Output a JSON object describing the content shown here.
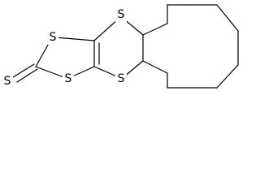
{
  "structure": {
    "atoms": [
      {
        "id": "S_thione",
        "label": "S"
      },
      {
        "id": "S_ring_top",
        "label": "S"
      },
      {
        "id": "S_ring_bottom",
        "label": "S"
      },
      {
        "id": "S_dithiin_top",
        "label": "S"
      },
      {
        "id": "S_dithiin_bottom",
        "label": "S"
      }
    ]
  },
  "colors": {
    "ink": "#000000",
    "background": "#ffffff"
  }
}
